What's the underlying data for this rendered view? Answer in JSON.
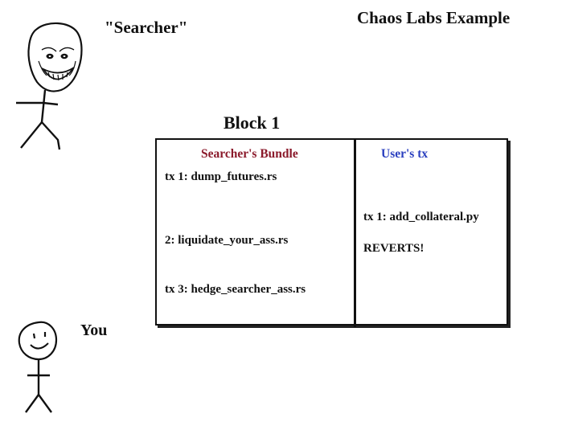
{
  "title": "Chaos Labs Example",
  "searcher": {
    "label": "\"Searcher\""
  },
  "you": {
    "label": "You"
  },
  "block": {
    "label": "Block 1",
    "bundle": {
      "header": "Searcher's Bundle",
      "header_color": "#8b1a2b",
      "items": [
        "tx 1: dump_futures.rs",
        "2: liquidate_your_ass.rs",
        "tx 3: hedge_searcher_ass.rs"
      ]
    },
    "user": {
      "header": "User's tx",
      "header_color": "#2a3fbf",
      "tx": "tx 1: add_collateral.py",
      "status": "REVERTS!"
    }
  },
  "icons": {
    "searcher_figure": "trollface-stick-figure-icon",
    "you_figure": "smiley-stick-figure-icon"
  }
}
